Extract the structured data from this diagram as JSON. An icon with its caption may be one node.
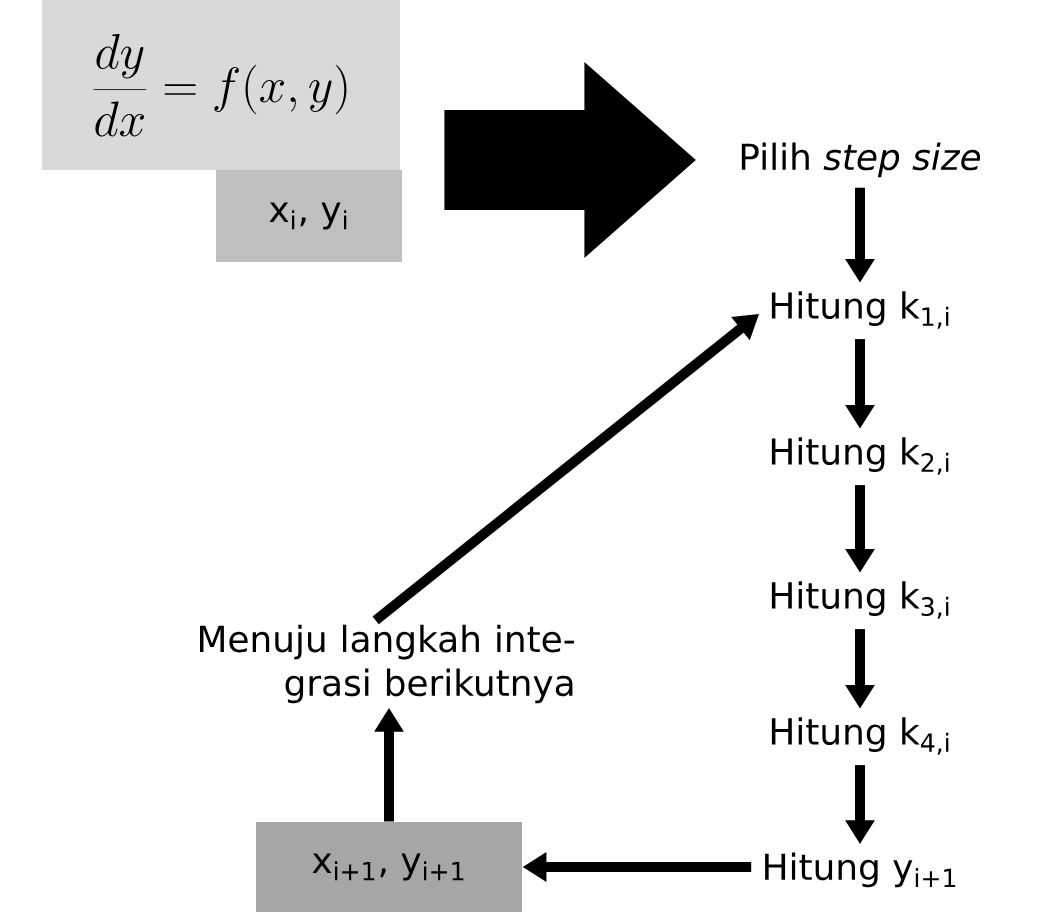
{
  "diagram": {
    "nodes": [
      {
        "text": [
          "\\frac{dy}{dx}=f(x,y)"
        ]
      },
      {
        "text": [
          "x$_{i}$, y$_{i}$"
        ]
      },
      {
        "text": [
          "Pilih *step size*"
        ]
      },
      {
        "text": [
          "Hitung k$_{1,i}$"
        ]
      },
      {
        "text": [
          "Hitung k$_{2,i}$"
        ]
      },
      {
        "text": [
          "Hitung k$_{3,i}$"
        ]
      },
      {
        "text": [
          "Hitung k$_{4,i}$"
        ]
      },
      {
        "text": [
          "Hitung y$_{i+1}$"
        ]
      },
      {
        "text": [
          "x$_{i+1}$, y$_{i+1}$"
        ]
      },
      {
        "text": [
          "Menuju langkah inte- grasi berikutnya"
        ]
      }
    ],
    "edges": [
      {
        "from": 0,
        "to": 2,
        "arrow": "to",
        "style": "thick"
      },
      {
        "from": 2,
        "to": 3,
        "arrow": "to"
      },
      {
        "from": 3,
        "to": 4,
        "arrow": "to"
      },
      {
        "from": 4,
        "to": 5,
        "arrow": "to"
      },
      {
        "from": 5,
        "to": 6,
        "arrow": "to"
      },
      {
        "from": 6,
        "to": 7,
        "arrow": "to"
      },
      {
        "from": 7,
        "to": 8,
        "arrow": "to"
      },
      {
        "from": 8,
        "to": 9,
        "arrow": "to"
      },
      {
        "from": 9,
        "to": 3,
        "arrow": "to"
      }
    ]
  }
}
